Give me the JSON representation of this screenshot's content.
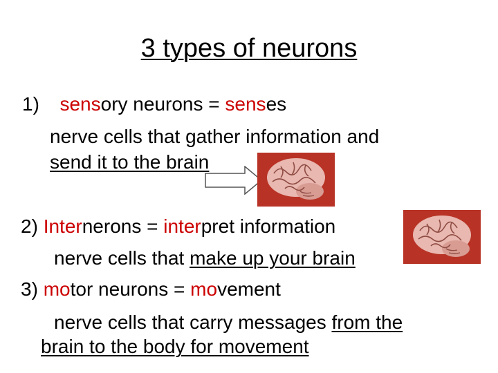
{
  "title": "3 types of neurons",
  "items": [
    {
      "num": "1)",
      "head": [
        {
          "t": "sens",
          "red": true
        },
        {
          "t": "ory neurons = ",
          "red": false
        },
        {
          "t": "sens",
          "red": true
        },
        {
          "t": "es",
          "red": false
        }
      ],
      "desc1": "nerve cells that gather information and",
      "desc2": "send it to the brain"
    },
    {
      "num": "2)",
      "head": [
        {
          "t": "Inter",
          "red": true
        },
        {
          "t": "nerons = ",
          "red": false
        },
        {
          "t": "inter",
          "red": true
        },
        {
          "t": "pret information",
          "red": false
        }
      ],
      "desc_plain": "nerve cells that ",
      "desc_u": "make up your brain"
    },
    {
      "num": "3)",
      "head": [
        {
          "t": "mo",
          "red": true
        },
        {
          "t": "tor neurons = ",
          "red": false
        },
        {
          "t": "mo",
          "red": true
        },
        {
          "t": "vement",
          "red": false
        }
      ],
      "desc_plain": "nerve cells that carry messages ",
      "desc_u": "from the",
      "desc2": "brain to the body for movement"
    }
  ],
  "colors": {
    "accent": "#cc0000",
    "brain_bg": "#c0392b",
    "brain": "#e9b8b0"
  }
}
